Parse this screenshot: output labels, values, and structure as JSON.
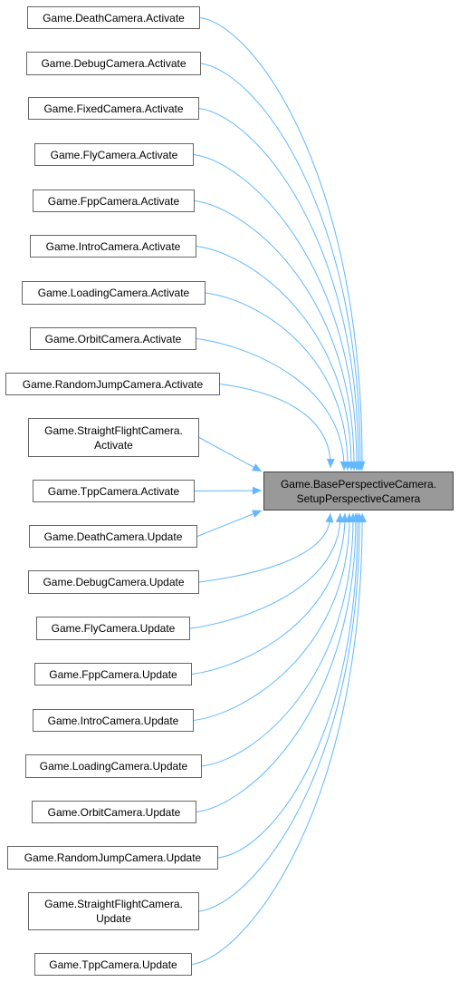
{
  "colors": {
    "edge": "#63b8ff",
    "node_border": "#666666",
    "target_fill": "#999999"
  },
  "target": {
    "label": "Game.BasePerspectiveCamera.\nSetupPerspectiveCamera"
  },
  "callers": [
    {
      "id": "death-activate",
      "label": "Game.DeathCamera.Activate"
    },
    {
      "id": "debug-activate",
      "label": "Game.DebugCamera.Activate"
    },
    {
      "id": "fixed-activate",
      "label": "Game.FixedCamera.Activate"
    },
    {
      "id": "fly-activate",
      "label": "Game.FlyCamera.Activate"
    },
    {
      "id": "fpp-activate",
      "label": "Game.FppCamera.Activate"
    },
    {
      "id": "intro-activate",
      "label": "Game.IntroCamera.Activate"
    },
    {
      "id": "loading-activate",
      "label": "Game.LoadingCamera.Activate"
    },
    {
      "id": "orbit-activate",
      "label": "Game.OrbitCamera.Activate"
    },
    {
      "id": "randomjump-activate",
      "label": "Game.RandomJumpCamera.Activate"
    },
    {
      "id": "straightflight-activate",
      "label": "Game.StraightFlightCamera.\nActivate"
    },
    {
      "id": "tpp-activate",
      "label": "Game.TppCamera.Activate"
    },
    {
      "id": "death-update",
      "label": "Game.DeathCamera.Update"
    },
    {
      "id": "debug-update",
      "label": "Game.DebugCamera.Update"
    },
    {
      "id": "fly-update",
      "label": "Game.FlyCamera.Update"
    },
    {
      "id": "fpp-update",
      "label": "Game.FppCamera.Update"
    },
    {
      "id": "intro-update",
      "label": "Game.IntroCamera.Update"
    },
    {
      "id": "loading-update",
      "label": "Game.LoadingCamera.Update"
    },
    {
      "id": "orbit-update",
      "label": "Game.OrbitCamera.Update"
    },
    {
      "id": "randomjump-update",
      "label": "Game.RandomJumpCamera.Update"
    },
    {
      "id": "straightflight-update",
      "label": "Game.StraightFlightCamera.\nUpdate"
    },
    {
      "id": "tpp-update",
      "label": "Game.TppCamera.Update"
    }
  ]
}
